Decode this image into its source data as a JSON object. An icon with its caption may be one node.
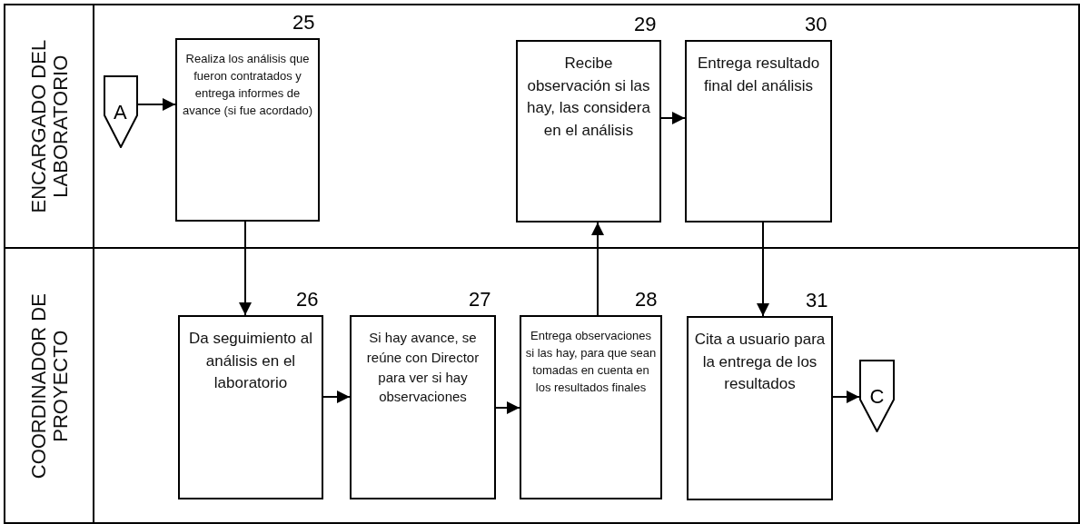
{
  "diagram": {
    "nodes": [
      {
        "text": [
          "ENCARGADO DEL LABORATORIO"
        ]
      },
      {
        "text": [
          "COORDINADOR DE PROYECTO"
        ]
      },
      {
        "text": [
          "A"
        ],
        "in": 0
      },
      {
        "text": [
          "Realiza los análisis que fueron contratados y entrega informes de avance (si fue acordado)"
        ],
        "beside": [
          "25"
        ],
        "in": 0
      },
      {
        "text": [
          "Recibe observación si las hay, las considera en el análisis"
        ],
        "beside": [
          "29"
        ],
        "in": 0
      },
      {
        "text": [
          "Entrega resultado final del análisis"
        ],
        "beside": [
          "30"
        ],
        "in": 0
      },
      {
        "text": [
          "Da seguimiento al análisis en el laboratorio"
        ],
        "beside": [
          "26"
        ],
        "in": 1
      },
      {
        "text": [
          "Si hay avance, se reúne con Director para ver si hay observaciones"
        ],
        "beside": [
          "27"
        ],
        "in": 1
      },
      {
        "text": [
          "Entrega observaciones si las hay, para que sean tomadas en cuenta en los resultados finales"
        ],
        "beside": [
          "28"
        ],
        "in": 1
      },
      {
        "text": [
          "Cita a usuario para la entrega de los resultados"
        ],
        "beside": [
          "31"
        ],
        "in": 1
      },
      {
        "text": [
          "C"
        ],
        "in": 1
      }
    ],
    "edges": [
      {
        "from": 2,
        "to": 3,
        "arrow": "to"
      },
      {
        "from": 3,
        "to": 6,
        "arrow": "to"
      },
      {
        "from": 6,
        "to": 7,
        "arrow": "to"
      },
      {
        "from": 7,
        "to": 8,
        "arrow": "to"
      },
      {
        "from": 8,
        "to": 4,
        "arrow": "to"
      },
      {
        "from": 4,
        "to": 5,
        "arrow": "to"
      },
      {
        "from": 5,
        "to": 9,
        "arrow": "to"
      },
      {
        "from": 9,
        "to": 10,
        "arrow": "to"
      }
    ]
  }
}
